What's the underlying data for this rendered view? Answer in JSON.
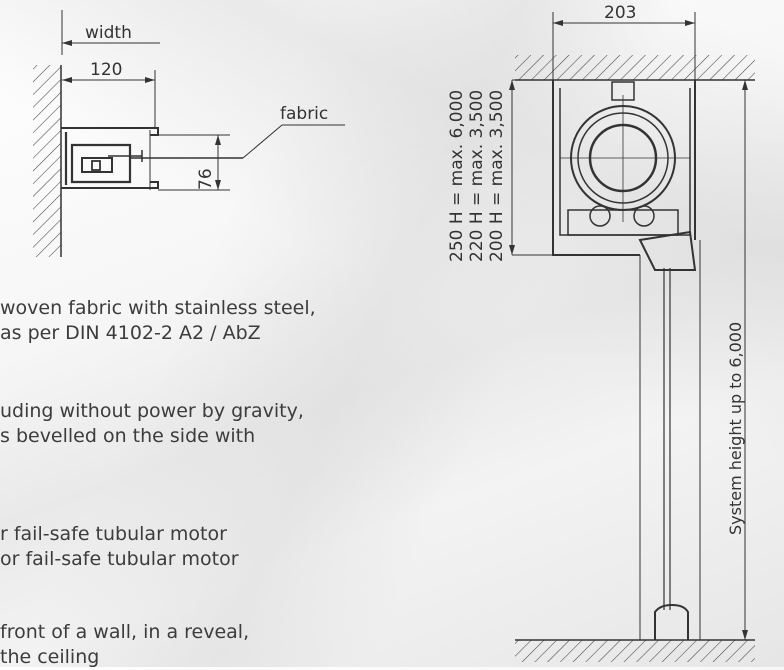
{
  "left_drawing": {
    "width_label": "width",
    "dim_120": "120",
    "fabric_label": "fabric",
    "dim_76": "76"
  },
  "right_drawing": {
    "dim_203": "203",
    "height_250": "250 H = max. 6,000",
    "height_220": "220 H = max. 3,500",
    "height_200": "200 H = max. 3,500",
    "system_height": "System height up to 6,000"
  },
  "text_blocks": [
    {
      "lines": [
        "woven fabric with stainless steel,",
        "as per DIN 4102-2 A2 / AbZ"
      ]
    },
    {
      "lines": [
        "uding without power by gravity,",
        "s bevelled on the side with"
      ]
    },
    {
      "lines": [
        "r fail-safe tubular motor",
        "or fail-safe tubular motor"
      ]
    },
    {
      "lines": [
        "front of a wall, in a reveal,",
        "the ceiling"
      ]
    }
  ],
  "colors": {
    "line": "#333333",
    "text": "#3c3c3c",
    "background": "#f2f2f2"
  }
}
